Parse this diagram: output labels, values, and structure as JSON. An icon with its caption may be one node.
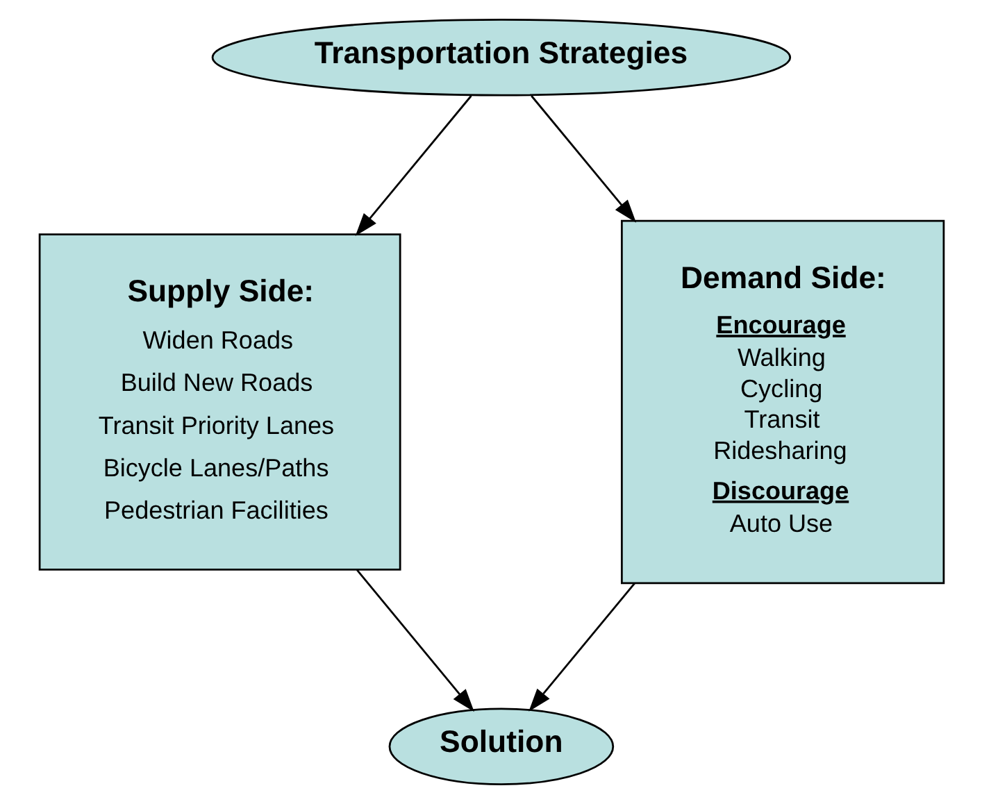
{
  "diagram": {
    "nodes": [
      {
        "text": [
          "Transportation Strategies"
        ]
      },
      {
        "text": [
          "Supply Side:",
          "Widen Roads",
          "Build New Roads",
          "Transit Priority Lanes",
          "Bicycle Lanes/Paths",
          "Pedestrian Facilities"
        ]
      },
      {
        "text": [
          "Demand Side:",
          "Encourage",
          "Walking",
          "Cycling",
          "Transit",
          "Ridesharing",
          "Discourage",
          "Auto Use"
        ]
      },
      {
        "text": [
          "Solution"
        ]
      }
    ],
    "edges": [
      {
        "from": 0,
        "to": 1,
        "arrow": "to"
      },
      {
        "from": 0,
        "to": 2,
        "arrow": "to"
      },
      {
        "from": 1,
        "to": 3,
        "arrow": "to"
      },
      {
        "from": 2,
        "to": 3,
        "arrow": "to"
      }
    ]
  }
}
